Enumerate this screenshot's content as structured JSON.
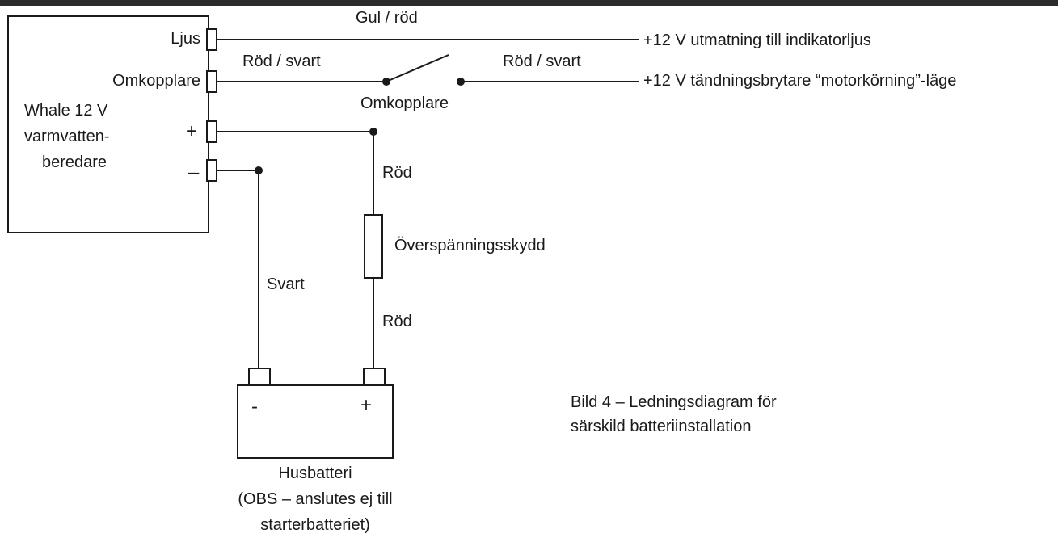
{
  "heater": {
    "title_line1": "Whale 12 V",
    "title_line2": "varmvatten-",
    "title_line3": "beredare",
    "terminals": {
      "light": "Ljus",
      "switch": "Omkopplare",
      "plus": "+",
      "minus": "–"
    }
  },
  "wires": {
    "light_wire_color": "Gul / röd",
    "light_output": "+12 V utmatning till indikatorljus",
    "switch_wire_color_left": "Röd / svart",
    "switch_wire_color_right": "Röd / svart",
    "switch_label": "Omkopplare",
    "ignition_output": "+12 V tändningsbrytare “motorkörning”-läge",
    "positive_upper_color": "Röd",
    "surge_protector": "Överspänningsskydd",
    "positive_lower_color": "Röd",
    "negative_color": "Svart"
  },
  "battery": {
    "minus": "-",
    "plus": "+",
    "caption_line1": "Husbatteri",
    "caption_line2": "(OBS – anslutes ej till",
    "caption_line3": "starterbatteriet)"
  },
  "figure": {
    "caption_line1": "Bild 4 – Ledningsdiagram för",
    "caption_line2": "särskild batteriinstallation"
  },
  "colors": {
    "line": "#1a1a1a",
    "header_bar": "#2b2b2b"
  }
}
